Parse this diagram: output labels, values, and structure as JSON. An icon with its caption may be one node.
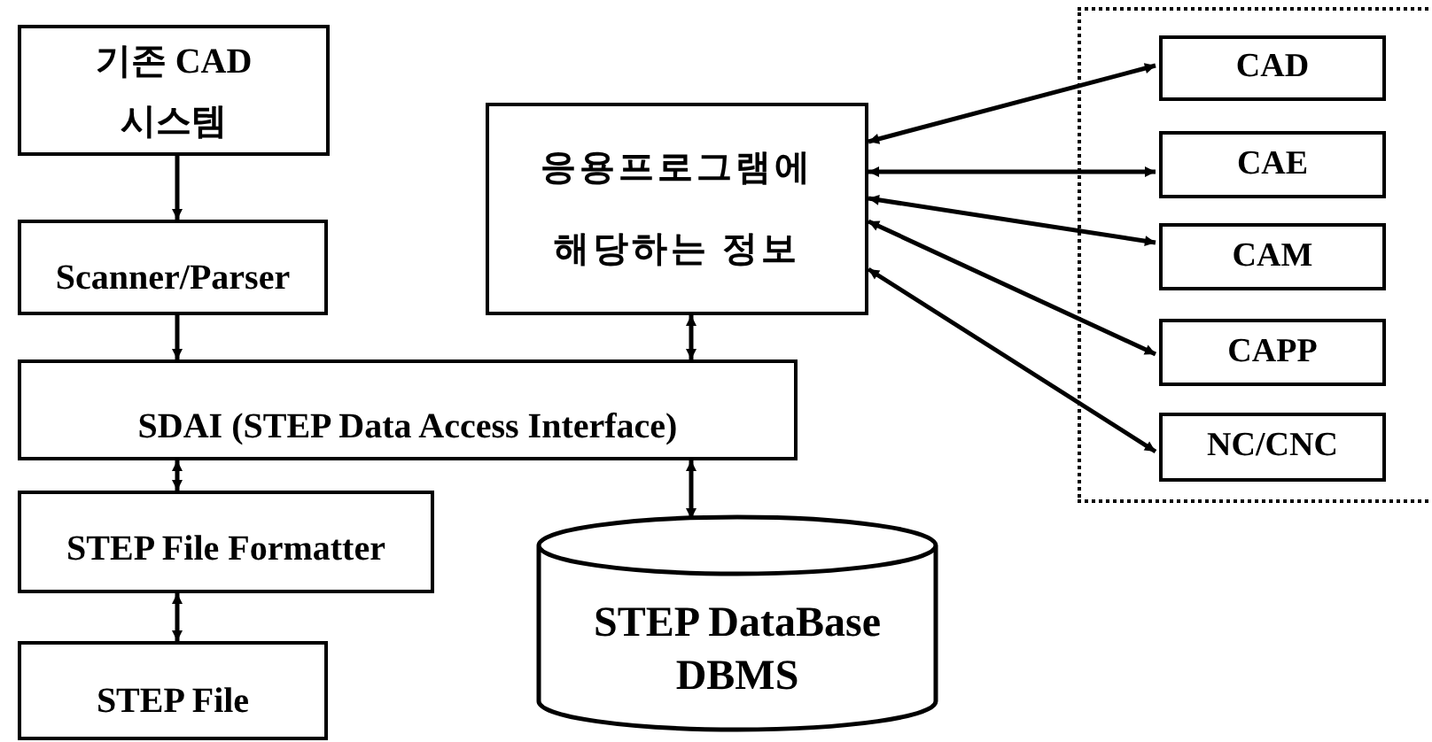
{
  "diagram": {
    "nodes": [
      {
        "text": [
          "기존 CAD 시스템"
        ]
      },
      {
        "text": [
          "Scanner/Parser"
        ]
      },
      {
        "text": [
          "응용프로그램에 해당하는 정보"
        ]
      },
      {
        "text": [
          "SDAI (STEP Data Access Interface)"
        ]
      },
      {
        "text": [
          "STEP File Formatter"
        ]
      },
      {
        "text": [
          "STEP File"
        ]
      },
      {
        "text": [
          "STEP DataBase DBMS"
        ]
      },
      {
        "text": [],
        "shape": "box"
      },
      {
        "text": [
          "CAD"
        ],
        "in": 7
      },
      {
        "text": [
          "CAE"
        ],
        "in": 7
      },
      {
        "text": [
          "CAM"
        ],
        "in": 7
      },
      {
        "text": [
          "CAPP"
        ],
        "in": 7
      },
      {
        "text": [
          "NC/CNC"
        ],
        "in": 7
      }
    ],
    "edges": [
      {
        "from": 0,
        "to": 1,
        "arrow": "to"
      },
      {
        "from": 1,
        "to": 3,
        "arrow": "to"
      },
      {
        "from": 2,
        "to": 3,
        "arrow": "both"
      },
      {
        "from": 3,
        "to": 4,
        "arrow": "both"
      },
      {
        "from": 4,
        "to": 5,
        "arrow": "both"
      },
      {
        "from": 3,
        "to": 6,
        "arrow": "both"
      },
      {
        "from": 2,
        "to": 8,
        "arrow": "both"
      },
      {
        "from": 2,
        "to": 9,
        "arrow": "both"
      },
      {
        "from": 2,
        "to": 10,
        "arrow": "both"
      },
      {
        "from": 2,
        "to": 11,
        "arrow": "both"
      },
      {
        "from": 2,
        "to": 12,
        "arrow": "both"
      }
    ]
  }
}
